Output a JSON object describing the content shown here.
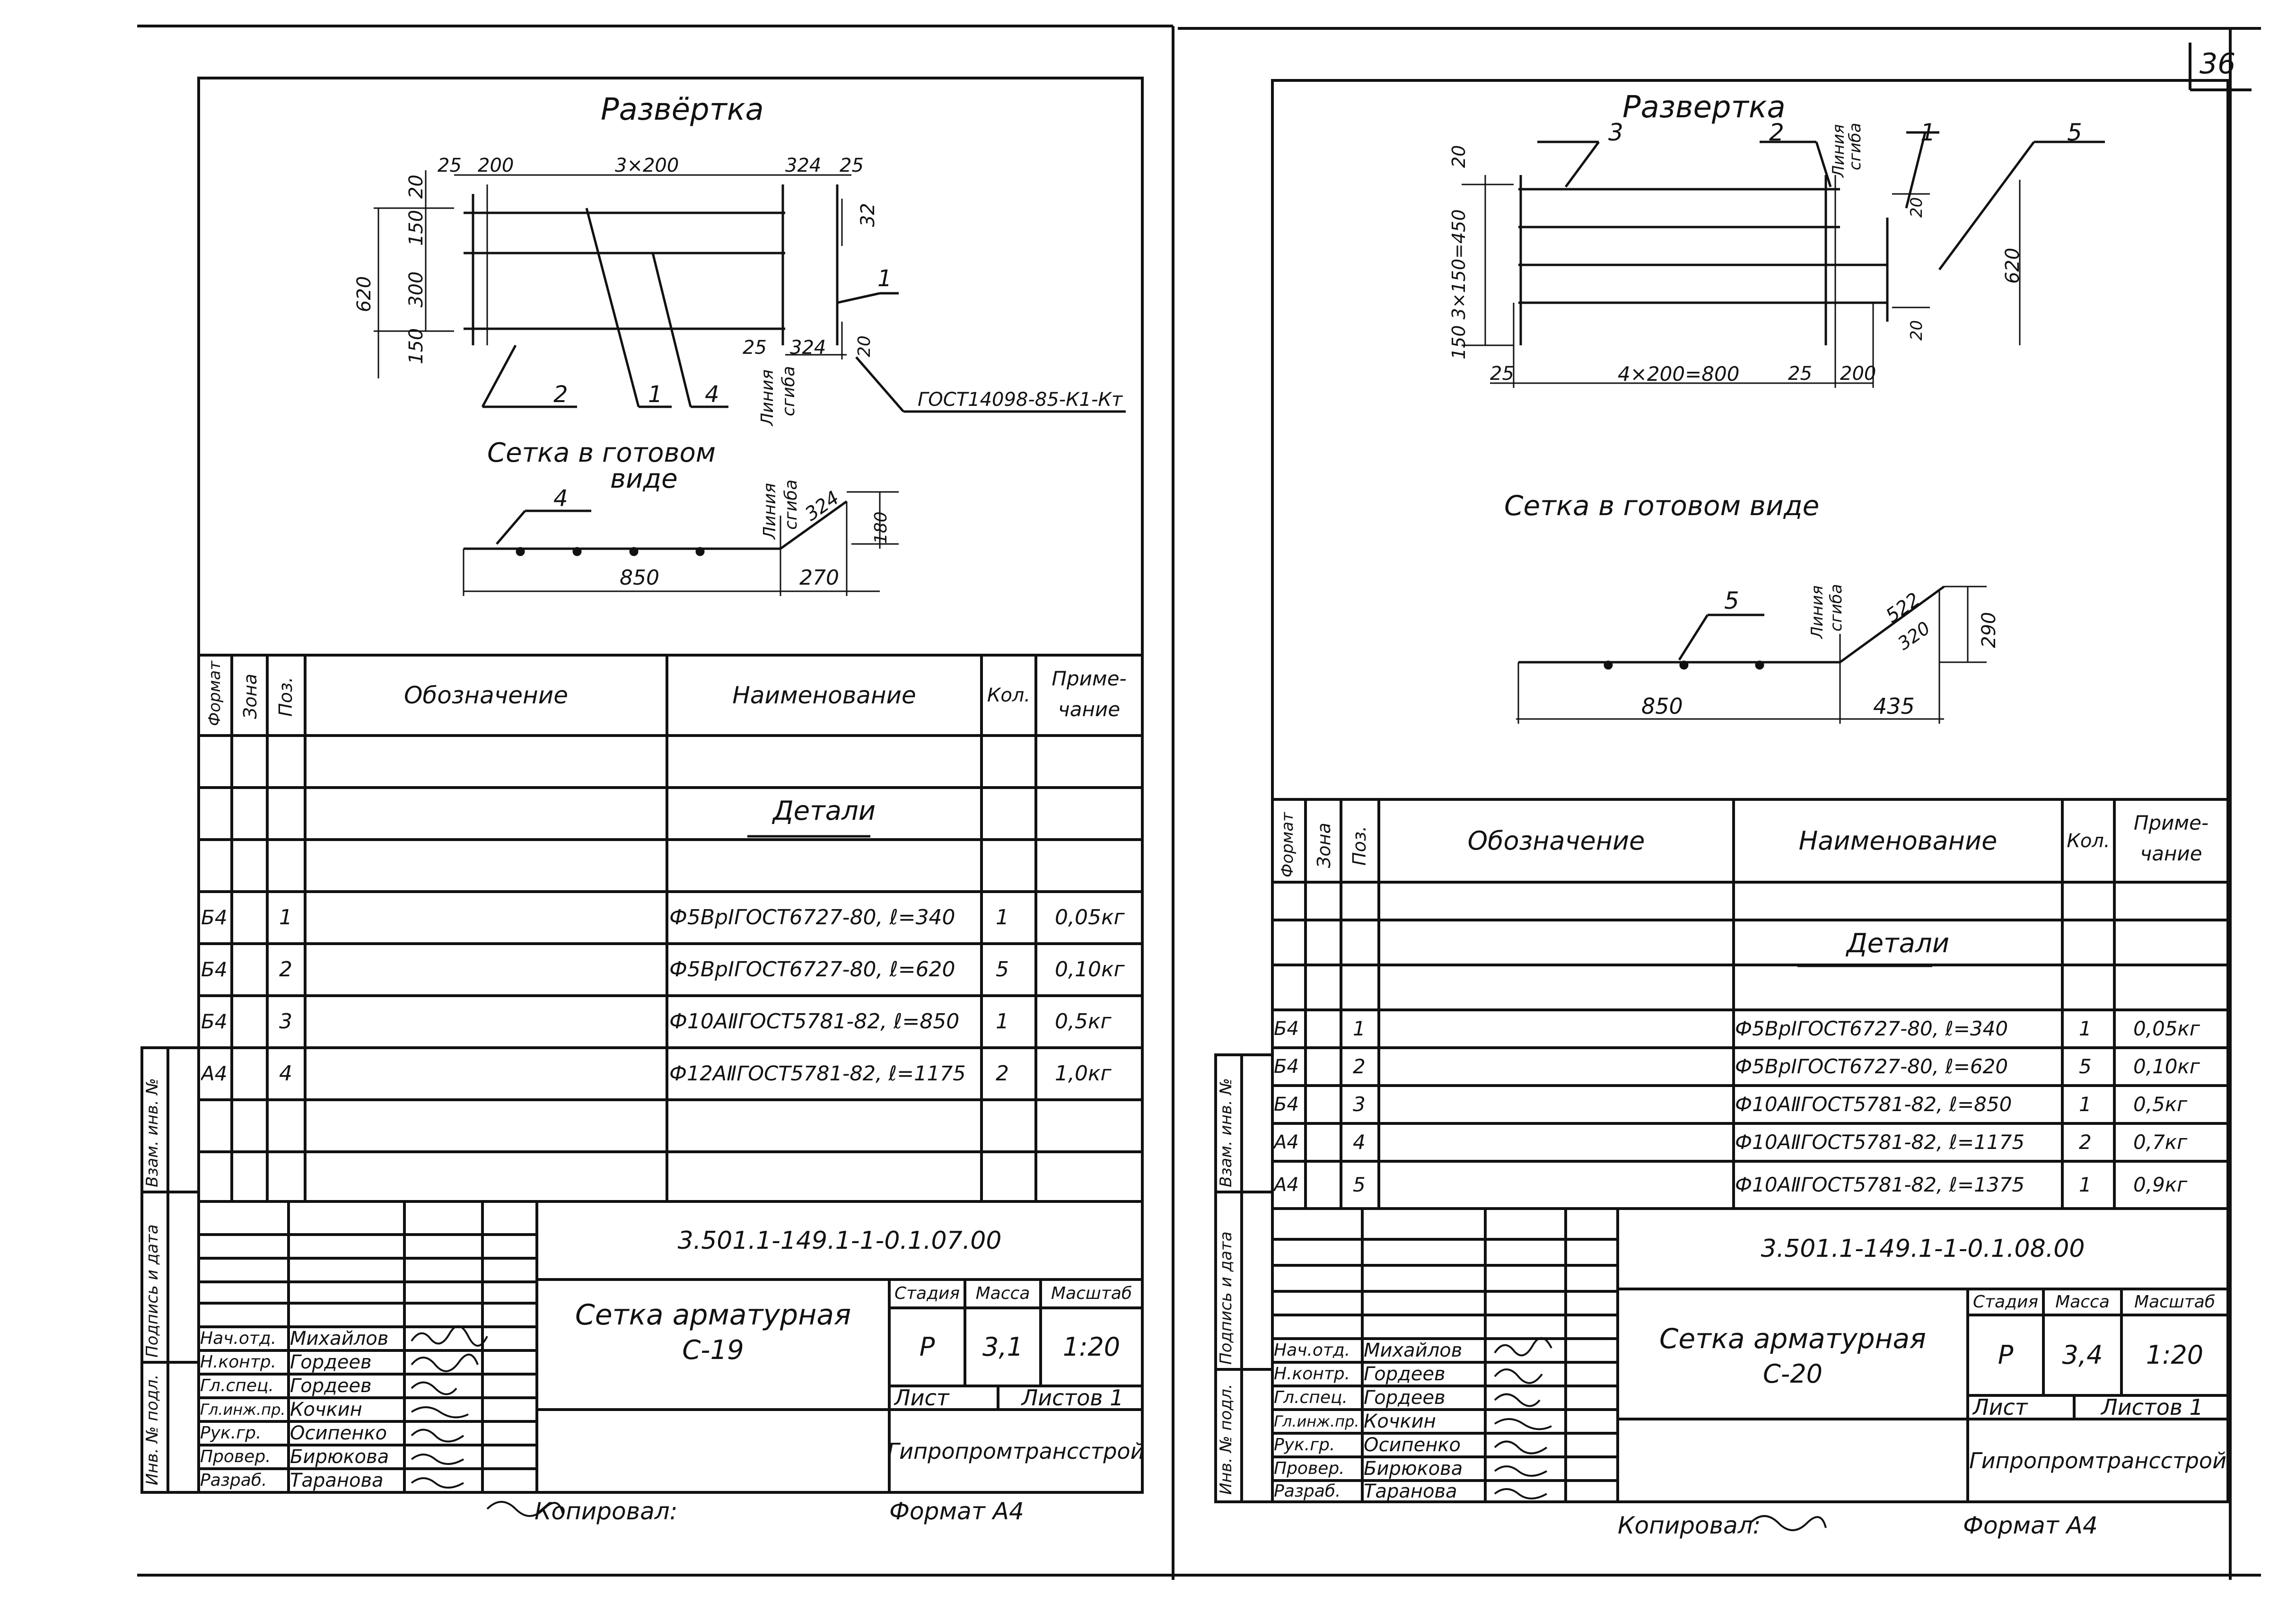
{
  "page_number": "36",
  "sheets": [
    {
      "razvertka_title": "Развёртка",
      "razv_dims": {
        "d25a": "25",
        "d200": "200",
        "d3x200": "3×200",
        "d324a": "324",
        "d25b": "25",
        "d620": "620",
        "d20": "20",
        "d150a": "150",
        "d300": "300",
        "d150b": "150",
        "d32": "32",
        "d25c": "25",
        "d324b": "324",
        "d20b": "20",
        "liniya": "Линия",
        "sgiba": "сгиба",
        "pos2": "2",
        "pos1": "1",
        "pos4": "4",
        "pos1b": "1",
        "gost": "ГОСТ14098-85-К1-Кт"
      },
      "gotov_title_1": "Сетка в готовом",
      "gotov_title_2": "виде",
      "gotov_dims": {
        "pos4": "4",
        "liniya": "Линия",
        "sgiba": "сгиба",
        "d324": "324",
        "d180": "180",
        "d850": "850",
        "d270": "270"
      },
      "spec_headers": {
        "format": "Формат",
        "zona": "Зона",
        "poz": "Поз.",
        "oboz": "Обозначение",
        "naim": "Наименование",
        "kol": "Кол.",
        "prim1": "Приме-",
        "prim2": "чание"
      },
      "section_title": "Детали",
      "rows": [
        {
          "format": "Б4",
          "poz": "1",
          "naim": "Ф5ВрІГОСТ6727-80, ℓ=340",
          "kol": "1",
          "prim": "0,05кг"
        },
        {
          "format": "Б4",
          "poz": "2",
          "naim": "Ф5ВрІГОСТ6727-80, ℓ=620",
          "kol": "5",
          "prim": "0,10кг"
        },
        {
          "format": "Б4",
          "poz": "3",
          "naim": "Ф10АⅡГОСТ5781-82, ℓ=850",
          "kol": "1",
          "prim": "0,5кг"
        },
        {
          "format": "А4",
          "poz": "4",
          "naim": "Ф12АⅡГОСТ5781-82, ℓ=1175",
          "kol": "2",
          "prim": "1,0кг"
        }
      ],
      "side_labels": [
        "Инв. № подл.",
        "Подпись и дата",
        "Взам. инв. №"
      ],
      "doc_code": "3.501.1-149.1-1-0.1.07.00",
      "title_1": "Сетка арматурная",
      "title_2": "С-19",
      "stadiya_h": "Стадия",
      "massa_h": "Масса",
      "masshtab_h": "Масштаб",
      "stadiya": "Р",
      "massa": "3,1",
      "masshtab": "1:20",
      "list_h": "Лист",
      "listov_h": "Листов 1",
      "org": "Гипропромтрансстрой",
      "people": [
        {
          "role": "Нач.отд.",
          "name": "Михайлов"
        },
        {
          "role": "Н.контр.",
          "name": "Гордеев"
        },
        {
          "role": "Гл.спец.",
          "name": "Гордеев"
        },
        {
          "role": "Гл.инж.пр.",
          "name": "Кочкин"
        },
        {
          "role": "Рук.гр.",
          "name": "Осипенко"
        },
        {
          "role": "Провер.",
          "name": "Бирюкова"
        },
        {
          "role": "Разраб.",
          "name": "Таранова"
        }
      ],
      "kopiroval": "Копировал:",
      "format": "Формат А4"
    },
    {
      "razvertka_title": "Развертка",
      "razv_dims": {
        "pos3": "3",
        "pos2": "2",
        "pos1": "1",
        "pos5": "5",
        "d20": "20",
        "d3x150": "150 3×150=450",
        "d620": "620",
        "d25a": "25",
        "d4x200": "4×200=800",
        "d25b": "25",
        "d200": "200",
        "d20b": "20",
        "d20c": "20",
        "liniya": "Линия",
        "sgiba": "сгиба"
      },
      "gotov_title": "Сетка в готовом виде",
      "gotov_dims": {
        "pos5": "5",
        "liniya": "Линия",
        "sgiba": "сгиба",
        "d522": "522",
        "d320": "320",
        "d290": "290",
        "d850": "850",
        "d435": "435"
      },
      "spec_headers": {
        "format": "Формат",
        "zona": "Зона",
        "poz": "Поз.",
        "oboz": "Обозначение",
        "naim": "Наименование",
        "kol": "Кол.",
        "prim1": "Приме-",
        "prim2": "чание"
      },
      "section_title": "Детали",
      "rows": [
        {
          "format": "Б4",
          "poz": "1",
          "naim": "Ф5ВрІГОСТ6727-80, ℓ=340",
          "kol": "1",
          "prim": "0,05кг"
        },
        {
          "format": "Б4",
          "poz": "2",
          "naim": "Ф5ВрІГОСТ6727-80, ℓ=620",
          "kol": "5",
          "prim": "0,10кг"
        },
        {
          "format": "Б4",
          "poz": "3",
          "naim": "Ф10АⅡГОСТ5781-82, ℓ=850",
          "kol": "1",
          "prim": "0,5кг"
        },
        {
          "format": "А4",
          "poz": "4",
          "naim": "Ф10АⅡГОСТ5781-82, ℓ=1175",
          "kol": "2",
          "prim": "0,7кг"
        },
        {
          "format": "А4",
          "poz": "5",
          "naim": "Ф10АⅡГОСТ5781-82, ℓ=1375",
          "kol": "1",
          "prim": "0,9кг"
        }
      ],
      "side_labels": [
        "Инв. № подл.",
        "Подпись и дата",
        "Взам. инв. №"
      ],
      "doc_code": "3.501.1-149.1-1-0.1.08.00",
      "title_1": "Сетка арматурная",
      "title_2": "С-20",
      "stadiya_h": "Стадия",
      "massa_h": "Масса",
      "masshtab_h": "Масштаб",
      "stadiya": "Р",
      "massa": "3,4",
      "masshtab": "1:20",
      "list_h": "Лист",
      "listov_h": "Листов 1",
      "org": "Гипропромтрансстрой",
      "people": [
        {
          "role": "Нач.отд.",
          "name": "Михайлов"
        },
        {
          "role": "Н.контр.",
          "name": "Гордеев"
        },
        {
          "role": "Гл.спец.",
          "name": "Гордеев"
        },
        {
          "role": "Гл.инж.пр.",
          "name": "Кочкин"
        },
        {
          "role": "Рук.гр.",
          "name": "Осипенко"
        },
        {
          "role": "Провер.",
          "name": "Бирюкова"
        },
        {
          "role": "Разраб.",
          "name": "Таранова"
        }
      ],
      "kopiroval": "Копировал:",
      "format": "Формат А4"
    }
  ]
}
